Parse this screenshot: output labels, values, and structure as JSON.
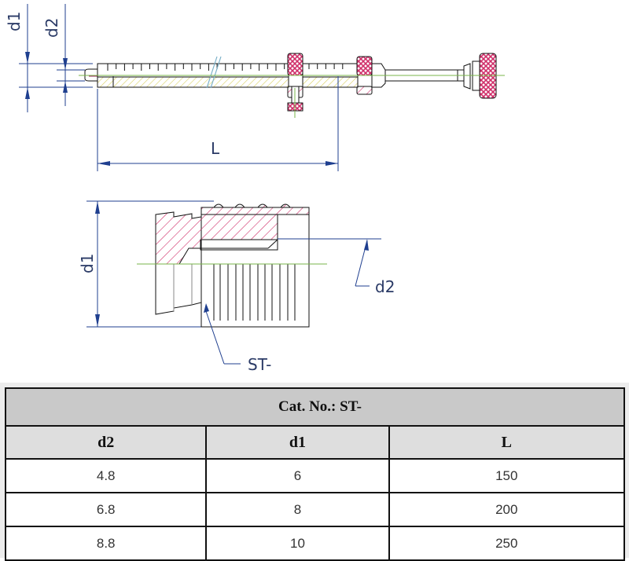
{
  "drawing": {
    "top_view": {
      "labels": {
        "d1": "d1",
        "d2": "d2",
        "L": "L"
      }
    },
    "section_view": {
      "labels": {
        "d1": "d1",
        "d2": "d2",
        "part": "ST-"
      }
    },
    "colors": {
      "dimension": "#1f3f8f",
      "outline": "#111111",
      "centerline": "#7ab648",
      "hatch_red": "#d0306a",
      "hatch_yellow": "#d8d060"
    }
  },
  "table": {
    "catalog_label": "Cat. No.: ST-",
    "columns": [
      "d2",
      "d1",
      "L"
    ],
    "rows": [
      [
        "4.8",
        "6",
        "150"
      ],
      [
        "6.8",
        "8",
        "200"
      ],
      [
        "8.8",
        "10",
        "250"
      ]
    ]
  }
}
